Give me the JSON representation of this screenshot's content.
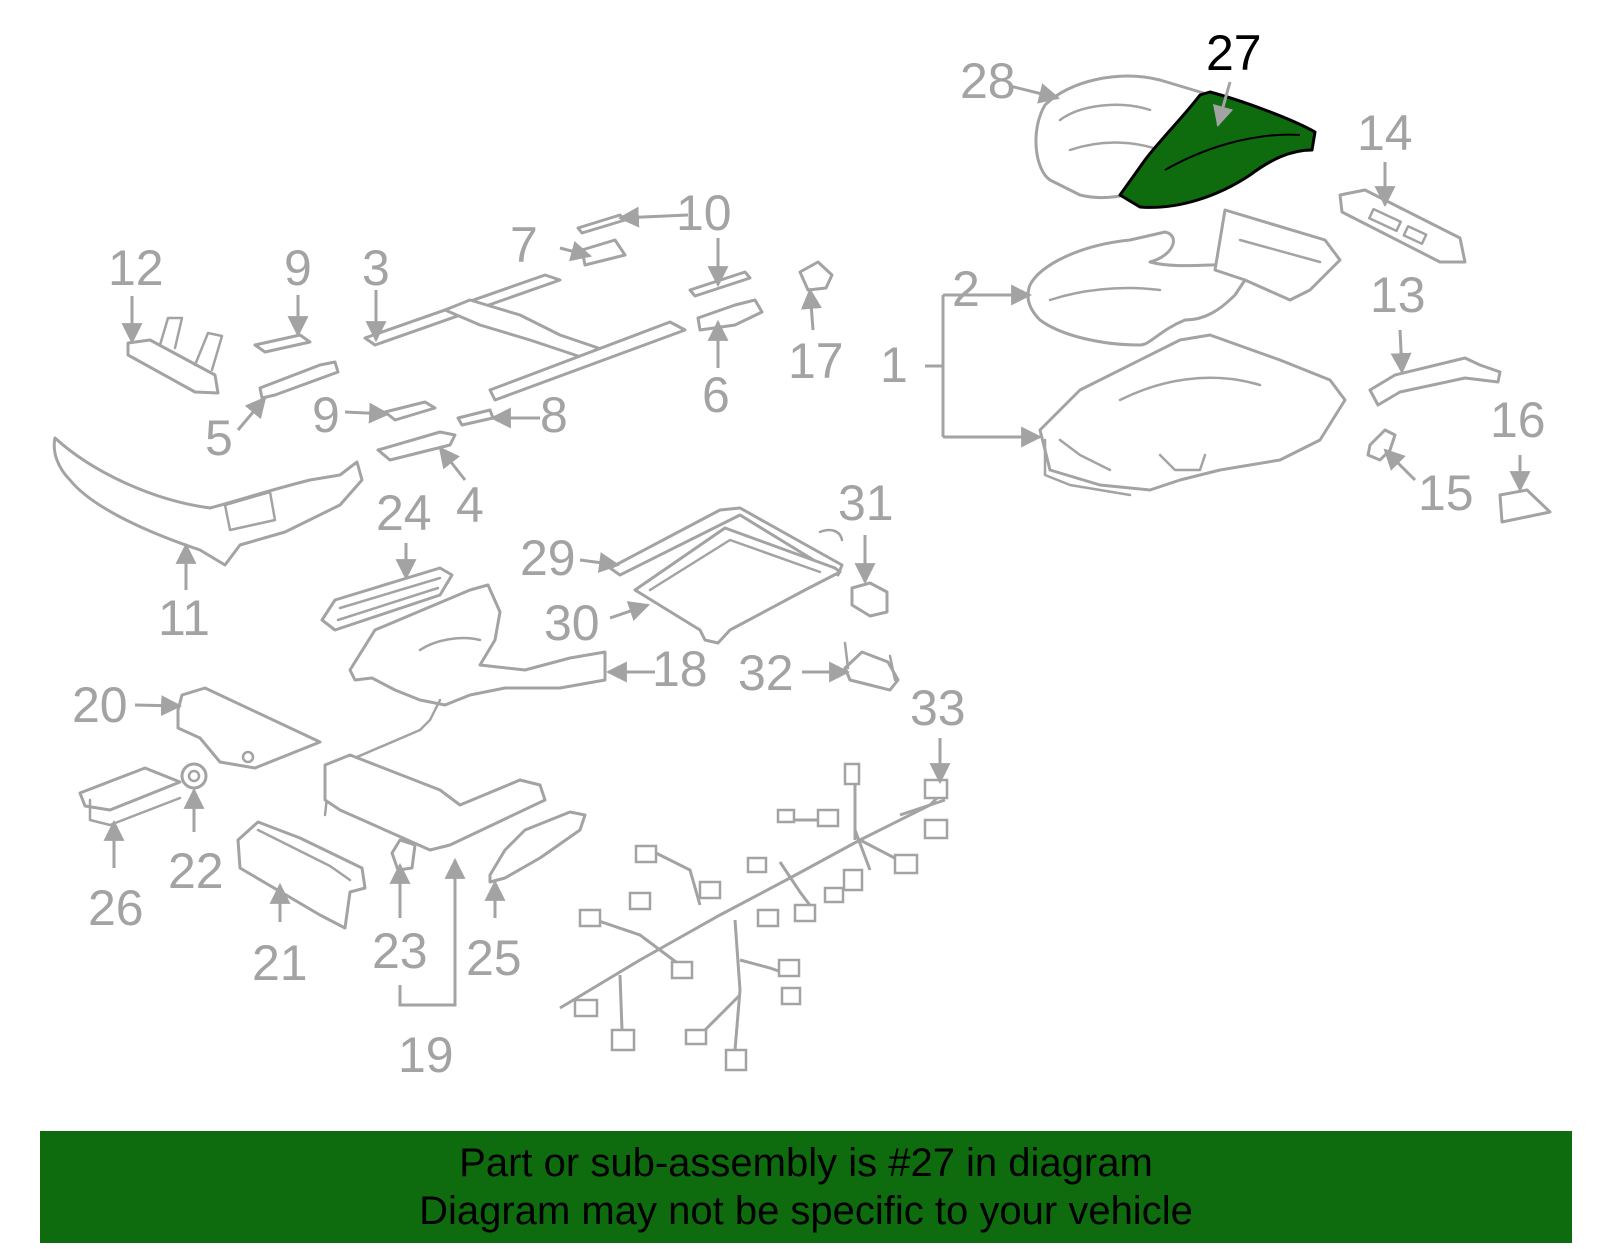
{
  "diagram": {
    "highlighted_part": "27",
    "highlight_color": "#0e6b0e",
    "part_color": "#a3a3a3",
    "callouts": [
      "1",
      "2",
      "3",
      "4",
      "5",
      "6",
      "7",
      "8",
      "9",
      "9",
      "10",
      "11",
      "12",
      "13",
      "14",
      "15",
      "16",
      "17",
      "18",
      "19",
      "20",
      "21",
      "22",
      "23",
      "24",
      "25",
      "26",
      "27",
      "28",
      "29",
      "30",
      "31",
      "32",
      "33"
    ]
  },
  "banner": {
    "line1": "Part or sub-assembly is #27 in diagram",
    "line2": "Diagram may not be specific to your vehicle",
    "background": "#0e6b0e"
  }
}
